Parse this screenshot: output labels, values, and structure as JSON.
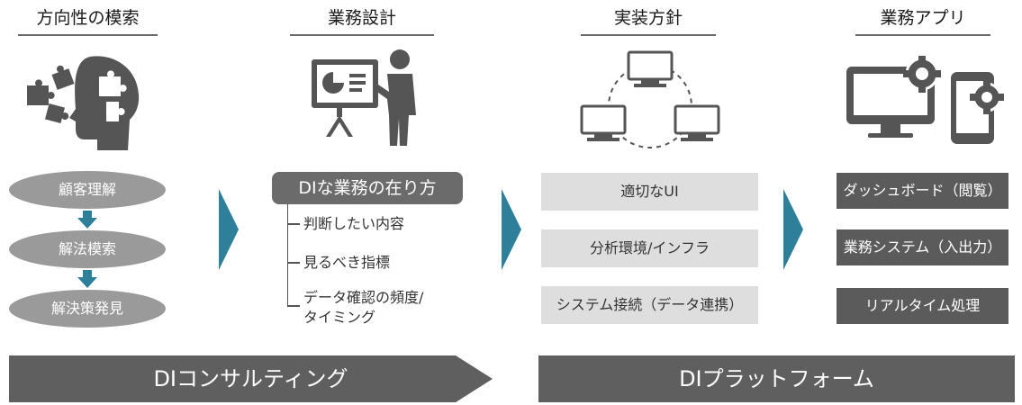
{
  "columns": [
    {
      "title": "方向性の模索"
    },
    {
      "title": "業務設計"
    },
    {
      "title": "実装方針"
    },
    {
      "title": "業務アプリ"
    }
  ],
  "exploration_steps": [
    "顧客理解",
    "解法模索",
    "解決策発見"
  ],
  "business_design": {
    "header": "DIな業務の在り方",
    "items": [
      "判断したい内容",
      "見るべき指標",
      "データ確認の頻度/",
      "タイミング"
    ]
  },
  "implementation_policy": [
    "適切なUI",
    "分析環境/インフラ",
    "システム接続（データ連携）"
  ],
  "business_apps": [
    "ダッシュボード（閲覧）",
    "業務システム（入出力）",
    "リアルタイム処理"
  ],
  "banners": {
    "left": "DIコンサルティング",
    "right": "DIプラットフォーム"
  },
  "colors": {
    "accent_teal": "#2e7f9a",
    "dark_gray": "#5f5f5f",
    "mid_gray": "#9a9a9a",
    "light_gray": "#dedede"
  },
  "icons": [
    "puzzle-head-icon",
    "presenter-icon",
    "network-computers-icon",
    "devices-gear-icon"
  ]
}
